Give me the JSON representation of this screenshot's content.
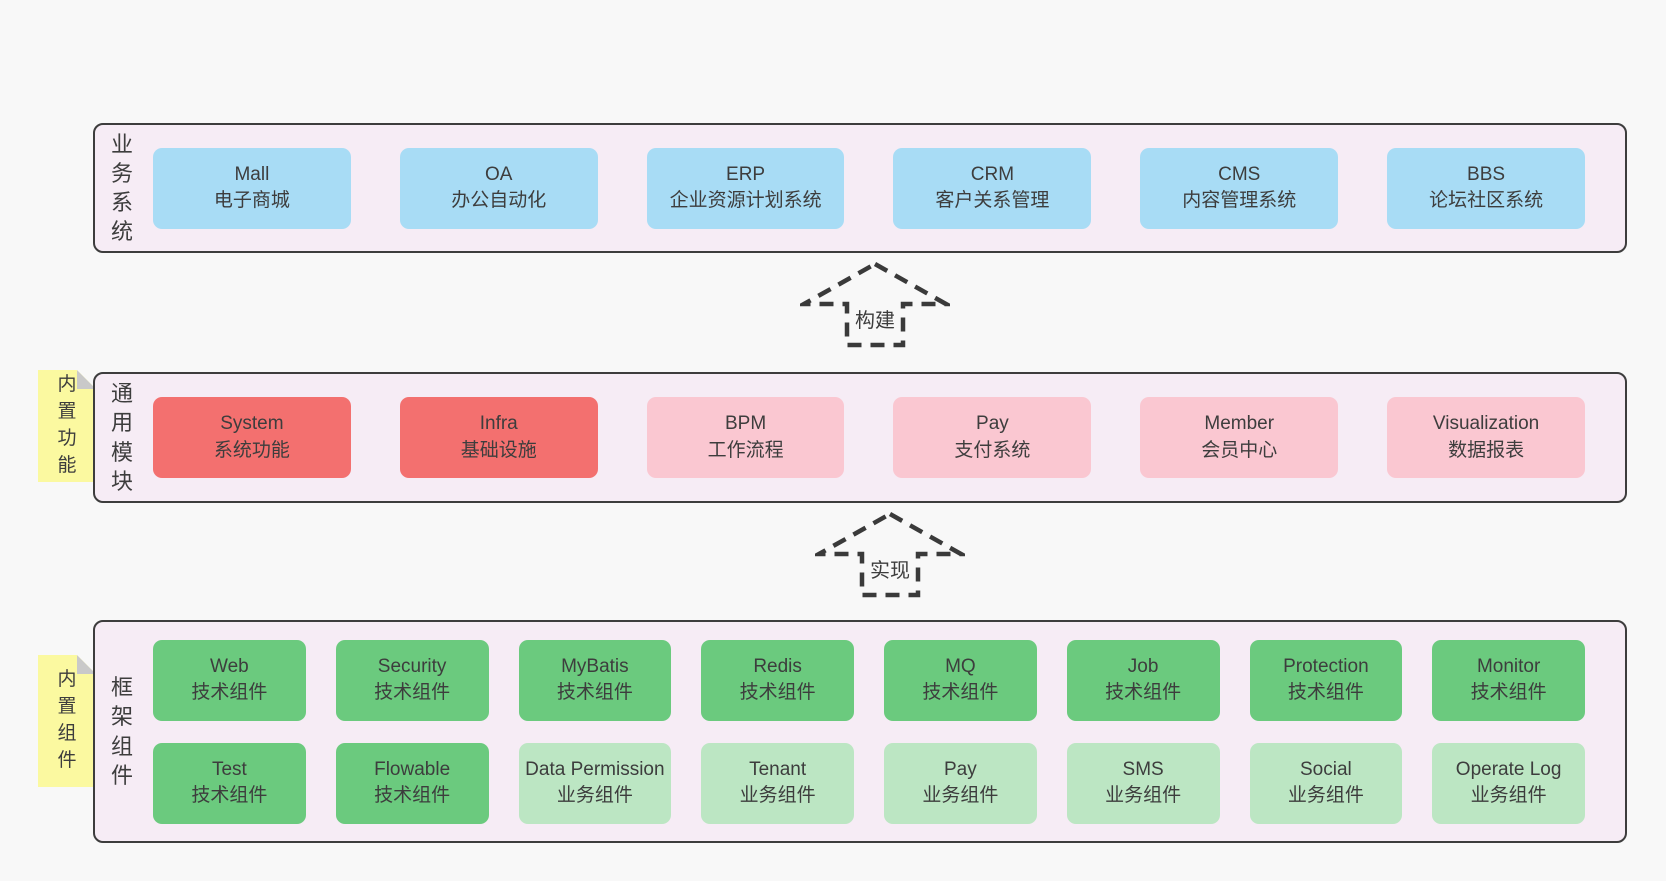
{
  "colors": {
    "background": "#f8f8f8",
    "panel_fill": "#f6ecf5",
    "panel_border": "#3d3d3d",
    "box_blue": "#a8dcf5",
    "box_red": "#f3706f",
    "box_pink": "#fac7d1",
    "box_green": "#6bca7e",
    "box_light_green": "#bce6c3",
    "sticky_yellow": "#fbf9a0",
    "sticky_fold_gray": "#c9c9c9",
    "text": "#3d3d3d"
  },
  "arrows": [
    {
      "label": "构建"
    },
    {
      "label": "实现"
    }
  ],
  "sections": [
    {
      "label": "业务系统",
      "rows": [
        [
          {
            "title": "Mall",
            "subtitle": "电子商城",
            "variant": "blue"
          },
          {
            "title": "OA",
            "subtitle": "办公自动化",
            "variant": "blue"
          },
          {
            "title": "ERP",
            "subtitle": "企业资源计划系统",
            "variant": "blue"
          },
          {
            "title": "CRM",
            "subtitle": "客户关系管理",
            "variant": "blue"
          },
          {
            "title": "CMS",
            "subtitle": "内容管理系统",
            "variant": "blue"
          },
          {
            "title": "BBS",
            "subtitle": "论坛社区系统",
            "variant": "blue"
          }
        ]
      ]
    },
    {
      "label": "通用模块",
      "sticky": "内置功能",
      "rows": [
        [
          {
            "title": "System",
            "subtitle": "系统功能",
            "variant": "red"
          },
          {
            "title": "Infra",
            "subtitle": "基础设施",
            "variant": "red"
          },
          {
            "title": "BPM",
            "subtitle": "工作流程",
            "variant": "pink"
          },
          {
            "title": "Pay",
            "subtitle": "支付系统",
            "variant": "pink"
          },
          {
            "title": "Member",
            "subtitle": "会员中心",
            "variant": "pink"
          },
          {
            "title": "Visualization",
            "subtitle": "数据报表",
            "variant": "pink"
          }
        ]
      ]
    },
    {
      "label": "框架组件",
      "sticky": "内置组件",
      "rows": [
        [
          {
            "title": "Web",
            "subtitle": "技术组件",
            "variant": "green"
          },
          {
            "title": "Security",
            "subtitle": "技术组件",
            "variant": "green"
          },
          {
            "title": "MyBatis",
            "subtitle": "技术组件",
            "variant": "green"
          },
          {
            "title": "Redis",
            "subtitle": "技术组件",
            "variant": "green"
          },
          {
            "title": "MQ",
            "subtitle": "技术组件",
            "variant": "green"
          },
          {
            "title": "Job",
            "subtitle": "技术组件",
            "variant": "green"
          },
          {
            "title": "Protection",
            "subtitle": "技术组件",
            "variant": "green"
          },
          {
            "title": "Monitor",
            "subtitle": "技术组件",
            "variant": "green"
          }
        ],
        [
          {
            "title": "Test",
            "subtitle": "技术组件",
            "variant": "green"
          },
          {
            "title": "Flowable",
            "subtitle": "技术组件",
            "variant": "green"
          },
          {
            "title": "Data Permission",
            "subtitle": "业务组件",
            "variant": "lightgreen"
          },
          {
            "title": "Tenant",
            "subtitle": "业务组件",
            "variant": "lightgreen"
          },
          {
            "title": "Pay",
            "subtitle": "业务组件",
            "variant": "lightgreen"
          },
          {
            "title": "SMS",
            "subtitle": "业务组件",
            "variant": "lightgreen"
          },
          {
            "title": "Social",
            "subtitle": "业务组件",
            "variant": "lightgreen"
          },
          {
            "title": "Operate Log",
            "subtitle": "业务组件",
            "variant": "lightgreen"
          }
        ]
      ]
    }
  ]
}
